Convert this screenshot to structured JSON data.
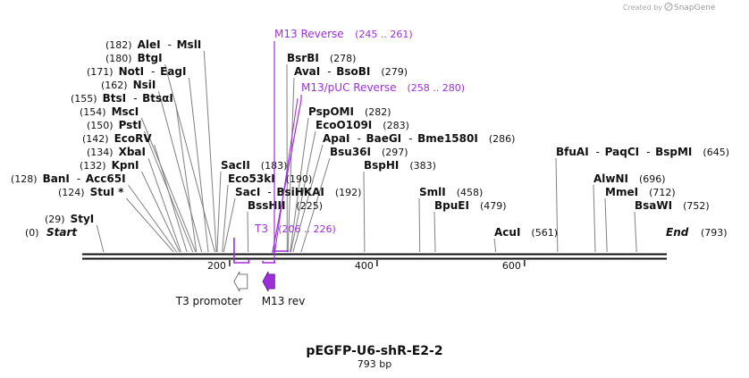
{
  "credit": {
    "text": "Created by",
    "brand": "SnapGene"
  },
  "plasmid": {
    "name": "pEGFP-U6-shR-E2-2",
    "length_label": "793 bp",
    "length": 793
  },
  "ends": {
    "start": {
      "num": "(0)",
      "label": "Start"
    },
    "end": {
      "label": "End",
      "num": "(793)"
    }
  },
  "sites": [
    {
      "num": "(182)",
      "names": [
        "AleI",
        "MslI"
      ],
      "pos": 182,
      "row": 0
    },
    {
      "num": "(180)",
      "names": [
        "BtgI"
      ],
      "pos": 180,
      "row": 1
    },
    {
      "num": "(171)",
      "names": [
        "NotI",
        "EagI"
      ],
      "pos": 171,
      "row": 2
    },
    {
      "num": "(162)",
      "names": [
        "NsiI"
      ],
      "pos": 162,
      "row": 3
    },
    {
      "num": "(155)",
      "names": [
        "BtsI",
        "BtsαI"
      ],
      "pos": 155,
      "row": 4
    },
    {
      "num": "(154)",
      "names": [
        "MscI"
      ],
      "pos": 154,
      "row": 5
    },
    {
      "num": "(150)",
      "names": [
        "PstI"
      ],
      "pos": 150,
      "row": 6
    },
    {
      "num": "(142)",
      "names": [
        "EcoRV"
      ],
      "pos": 142,
      "row": 7
    },
    {
      "num": "(134)",
      "names": [
        "XbaI"
      ],
      "pos": 134,
      "row": 8
    },
    {
      "num": "(132)",
      "names": [
        "KpnI"
      ],
      "pos": 132,
      "row": 9
    },
    {
      "num": "(128)",
      "names": [
        "BanI",
        "Acc65I"
      ],
      "pos": 128,
      "row": 10
    },
    {
      "num": "(124)",
      "names": [
        "StuI *"
      ],
      "pos": 124,
      "row": 11
    },
    {
      "num": "(29)",
      "names": [
        "StyI"
      ],
      "pos": 29,
      "row": 13
    },
    {
      "num": "(278)",
      "names": [
        "BsrBI"
      ],
      "pos": 278,
      "row": 1
    },
    {
      "num": "(279)",
      "names": [
        "AvaI",
        "BsoBI"
      ],
      "pos": 279,
      "row": 2
    },
    {
      "num": "(282)",
      "names": [
        "PspOMI"
      ],
      "pos": 282,
      "row": 5
    },
    {
      "num": "(283)",
      "names": [
        "EcoO109I"
      ],
      "pos": 283,
      "row": 6
    },
    {
      "num": "(286)",
      "names": [
        "ApaI",
        "BaeGI",
        "Bme1580I"
      ],
      "pos": 286,
      "row": 7
    },
    {
      "num": "(297)",
      "names": [
        "Bsu36I"
      ],
      "pos": 297,
      "row": 8
    },
    {
      "num": "(183)",
      "names": [
        "SacII"
      ],
      "pos": 183,
      "row": 9
    },
    {
      "num": "(190)",
      "names": [
        "Eco53kI"
      ],
      "pos": 190,
      "row": 10
    },
    {
      "num": "(192)",
      "names": [
        "SacI",
        "BsiHKAI"
      ],
      "pos": 192,
      "row": 11
    },
    {
      "num": "(225)",
      "names": [
        "BssHII"
      ],
      "pos": 225,
      "row": 12
    },
    {
      "num": "(383)",
      "names": [
        "BspHI"
      ],
      "pos": 383,
      "row": 9
    },
    {
      "num": "(458)",
      "names": [
        "SmlI"
      ],
      "pos": 458,
      "row": 11
    },
    {
      "num": "(479)",
      "names": [
        "BpuEI"
      ],
      "pos": 479,
      "row": 12
    },
    {
      "num": "(561)",
      "names": [
        "AcuI"
      ],
      "pos": 561,
      "row": 14
    },
    {
      "num": "(645)",
      "names": [
        "BfuAI",
        "PaqCI",
        "BspMI"
      ],
      "pos": 645,
      "row": 8
    },
    {
      "num": "(696)",
      "names": [
        "AlwNI"
      ],
      "pos": 696,
      "row": 10
    },
    {
      "num": "(712)",
      "names": [
        "MmeI"
      ],
      "pos": 712,
      "row": 11
    },
    {
      "num": "(752)",
      "names": [
        "BsaWI"
      ],
      "pos": 752,
      "row": 12
    }
  ],
  "primers": [
    {
      "name": "M13 Reverse",
      "range": "(245 .. 261)",
      "start": 245,
      "end": 261
    },
    {
      "name": "M13/pUC Reverse",
      "range": "(258 .. 280)",
      "start": 258,
      "end": 280
    },
    {
      "name": "T3",
      "range": "(206 .. 226)",
      "start": 206,
      "end": 226
    }
  ],
  "features": [
    {
      "name": "T3 promoter",
      "direction": "forward",
      "color": "#ffffff",
      "start": 206,
      "end": 224
    },
    {
      "name": "M13 rev",
      "direction": "reverse",
      "color": "#9b30d9",
      "start": 245,
      "end": 261
    }
  ],
  "ticks": [
    {
      "label": "200",
      "pos": 200
    },
    {
      "label": "400",
      "pos": 400
    },
    {
      "label": "600",
      "pos": 600
    }
  ],
  "colors": {
    "primer": "#9b30d9",
    "backbone": "#111111",
    "leader": "#808080"
  }
}
